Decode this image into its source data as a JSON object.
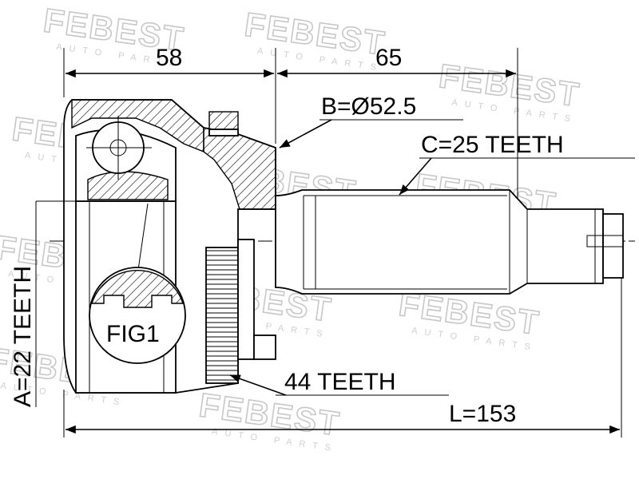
{
  "watermark": {
    "brand": "FEBEST",
    "tagline": "AUTO PARTS"
  },
  "dimensions": {
    "left_length": "58",
    "right_length": "65",
    "total_length": "L=153"
  },
  "callouts": {
    "bearing_diameter": "B=Ø52.5",
    "outer_spline": "C=25 TEETH",
    "abs_ring": "44 TEETH",
    "inner_spline": "A=22 TEETH",
    "figure_label": "FIG1"
  }
}
